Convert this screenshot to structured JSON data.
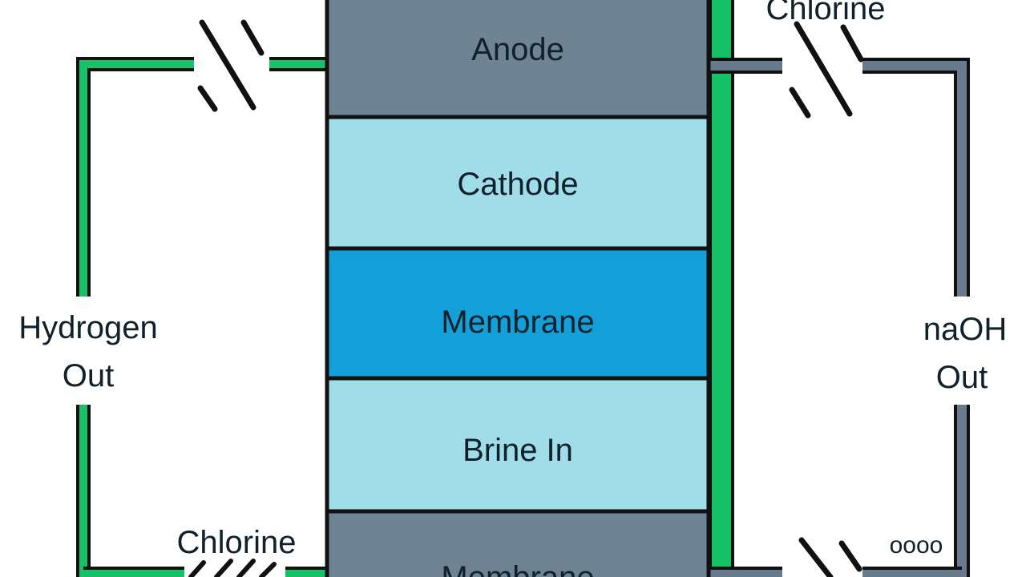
{
  "blocks": [
    {
      "label": "Anode",
      "color": "#6e8393"
    },
    {
      "label": "Cathode",
      "color": "#a0dde8"
    },
    {
      "label": "Membrane",
      "color": "#139fd8"
    },
    {
      "label": "Brine In",
      "color": "#a0dde8"
    },
    {
      "label": "Membrane",
      "color": "#6e8393"
    }
  ],
  "labels": {
    "hydrogen_line1": "Hydrogen",
    "hydrogen_line2": "Out",
    "naoh_line1": "naOH",
    "naoh_line2": "Out",
    "chlorine_top": "Chlorine",
    "chlorine_bottom": "Chlorine",
    "circles": "oooo"
  },
  "colors": {
    "green": "#17c167",
    "gray_pipe": "#677b8c",
    "outline": "#111111"
  }
}
